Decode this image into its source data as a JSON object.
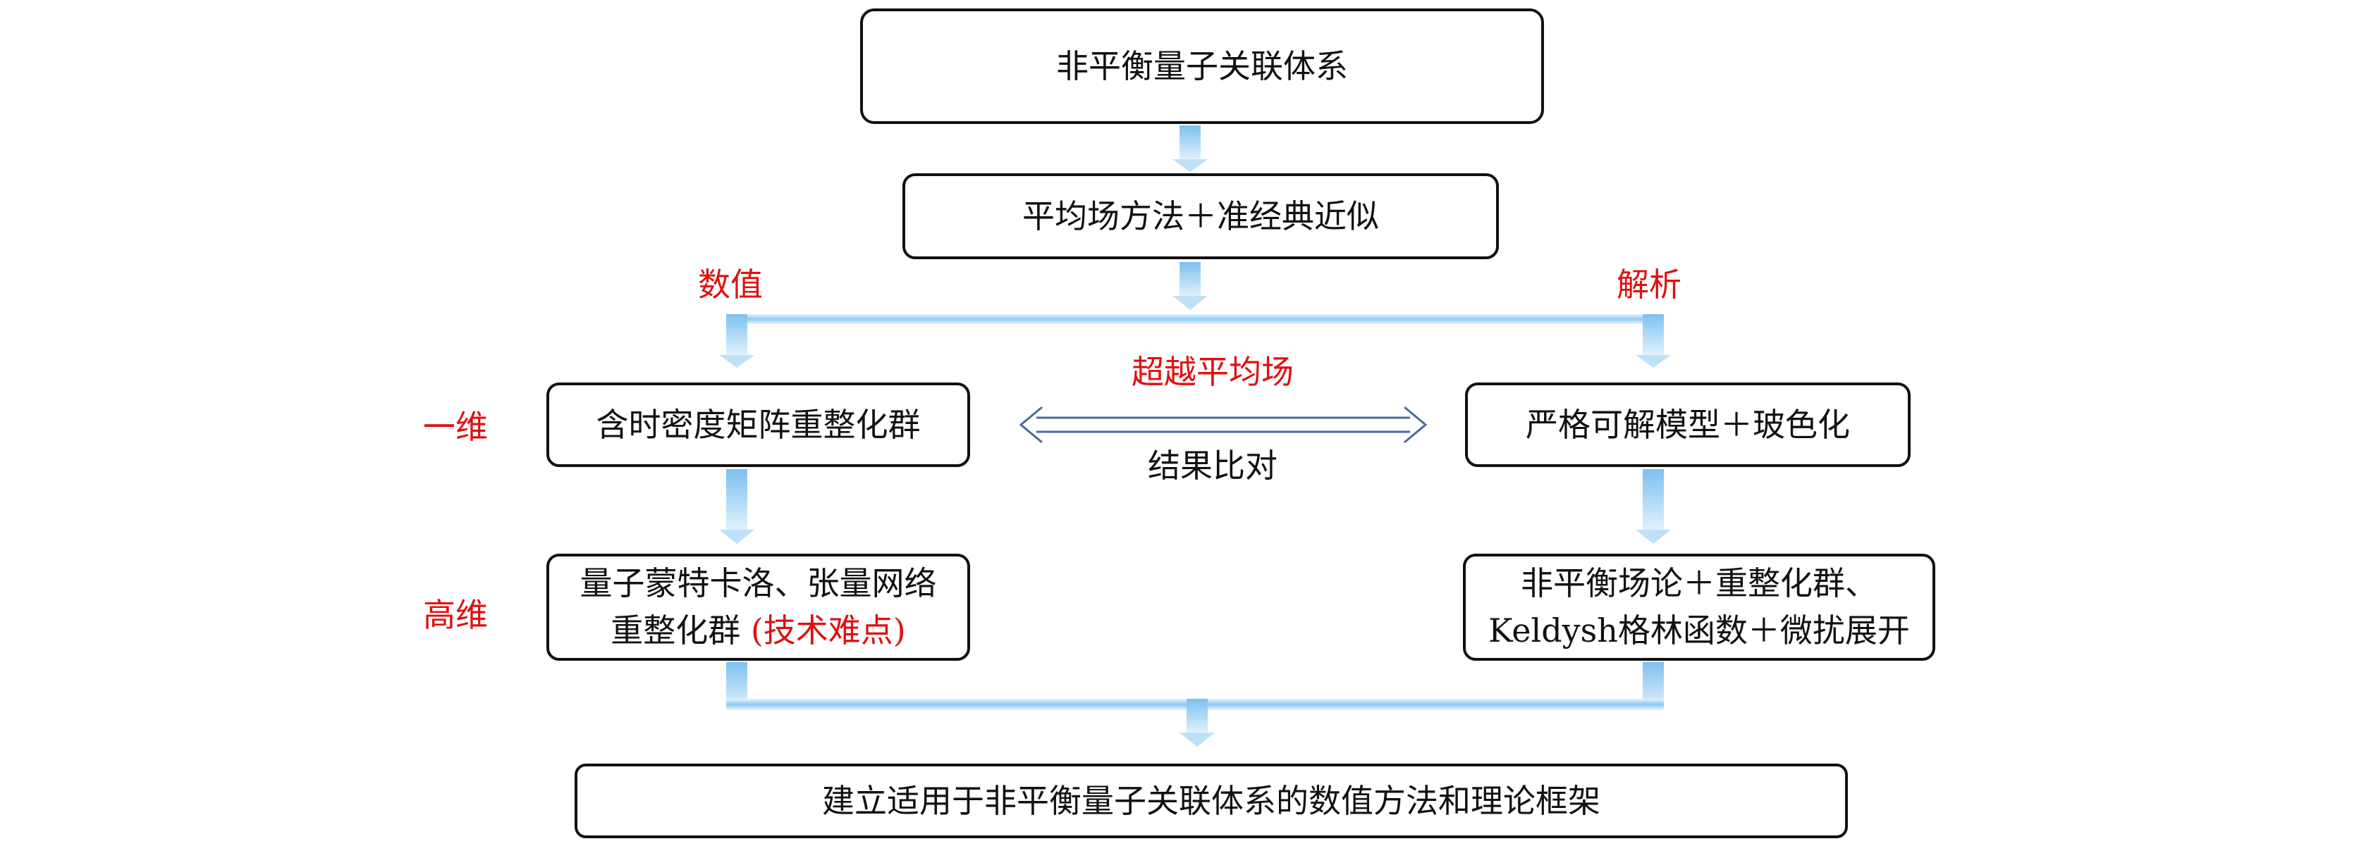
{
  "nodes": {
    "top": "非平衡量子关联体系",
    "meanfield": "平均场方法＋准经典近似",
    "left_1d": "含时密度矩阵重整化群",
    "right_1d": "严格可解模型＋玻色化",
    "left_hd_line1": "量子蒙特卡洛、张量网络",
    "left_hd_line2_main": "重整化群 ",
    "left_hd_line2_red": "(技术难点)",
    "right_hd_line1": "非平衡场论＋重整化群、",
    "right_hd_line2": "Keldysh格林函数＋微扰展开",
    "bottom": "建立适用于非平衡量子关联体系的数值方法和理论框架"
  },
  "labels": {
    "numeric": "数值",
    "analytic": "解析",
    "beyond_meanfield": "超越平均场",
    "compare": "结果比对",
    "one_dim": "一维",
    "high_dim": "高维"
  },
  "colors": {
    "accent_red": "#e01010",
    "flow_light": "#d6ecfb",
    "flow_dark": "#7cc0ef",
    "compare_arrow": "#4a6a9a"
  }
}
